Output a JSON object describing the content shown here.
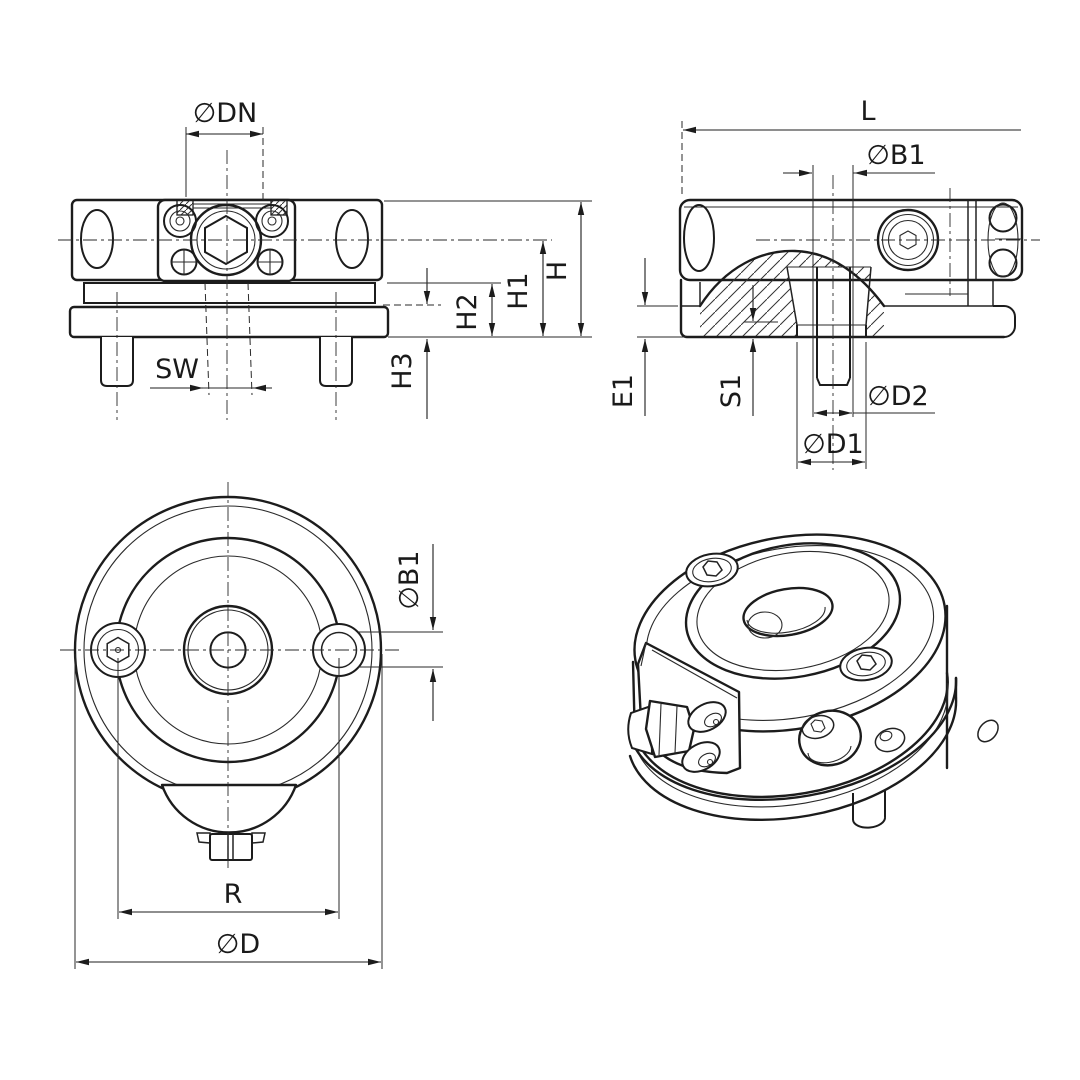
{
  "drawing": {
    "front_view": {
      "dn": "∅DN",
      "sw": "SW",
      "h": "H",
      "h1": "H1",
      "h2": "H2",
      "h3": "H3"
    },
    "side_view": {
      "l": "L",
      "b1": "∅B1",
      "e1": "E1",
      "s1": "S1",
      "d2": "∅D2",
      "d1": "∅D1"
    },
    "top_view": {
      "b1": "∅B1",
      "r": "R",
      "d": "∅D"
    },
    "colors": {
      "background": "#ffffff",
      "line": "#1c1c1c"
    }
  }
}
